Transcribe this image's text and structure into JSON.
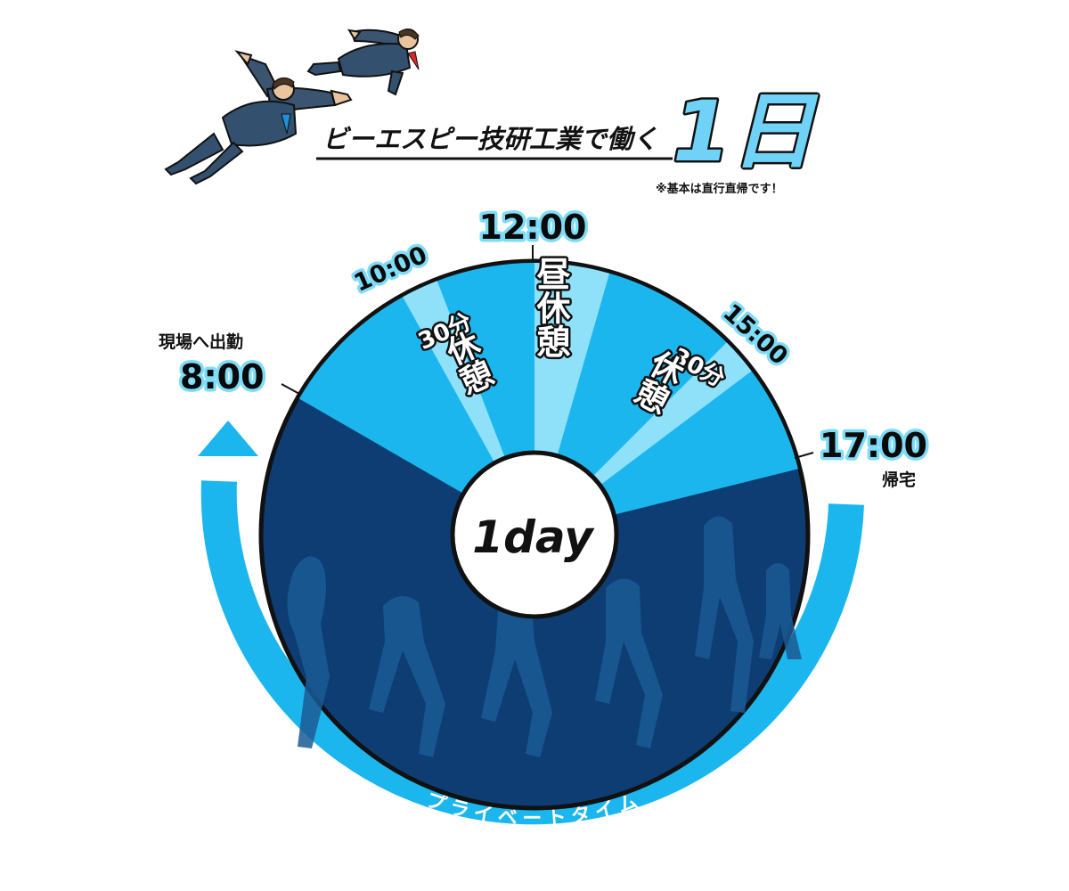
{
  "title": {
    "prefix": "ビーエスピー技研工業で働く",
    "big": "1日",
    "note": "※基本は直行直帰です！"
  },
  "center_label": "1day",
  "times": {
    "start": "8:00",
    "start_caption": "現場へ出勤",
    "break1": "10:00",
    "noon": "12:00",
    "break2": "15:00",
    "end": "17:00",
    "end_caption": "帰宅"
  },
  "segments": {
    "break1_duration": "30分",
    "break1_label": "休憩",
    "lunch_label": "昼休憩",
    "break2_duration": "30分",
    "break2_label": "休憩"
  },
  "private_time_label": "プライベートタイム",
  "colors": {
    "work": "#1cb6ee",
    "break": "#8fe1fa",
    "private": "#0d3d72",
    "arrow": "#1cb6ee",
    "outline": "#111111"
  },
  "illustration": {
    "top_left": "flying-businessmen",
    "wheel_bottom": "dancing-people-silhouettes"
  }
}
